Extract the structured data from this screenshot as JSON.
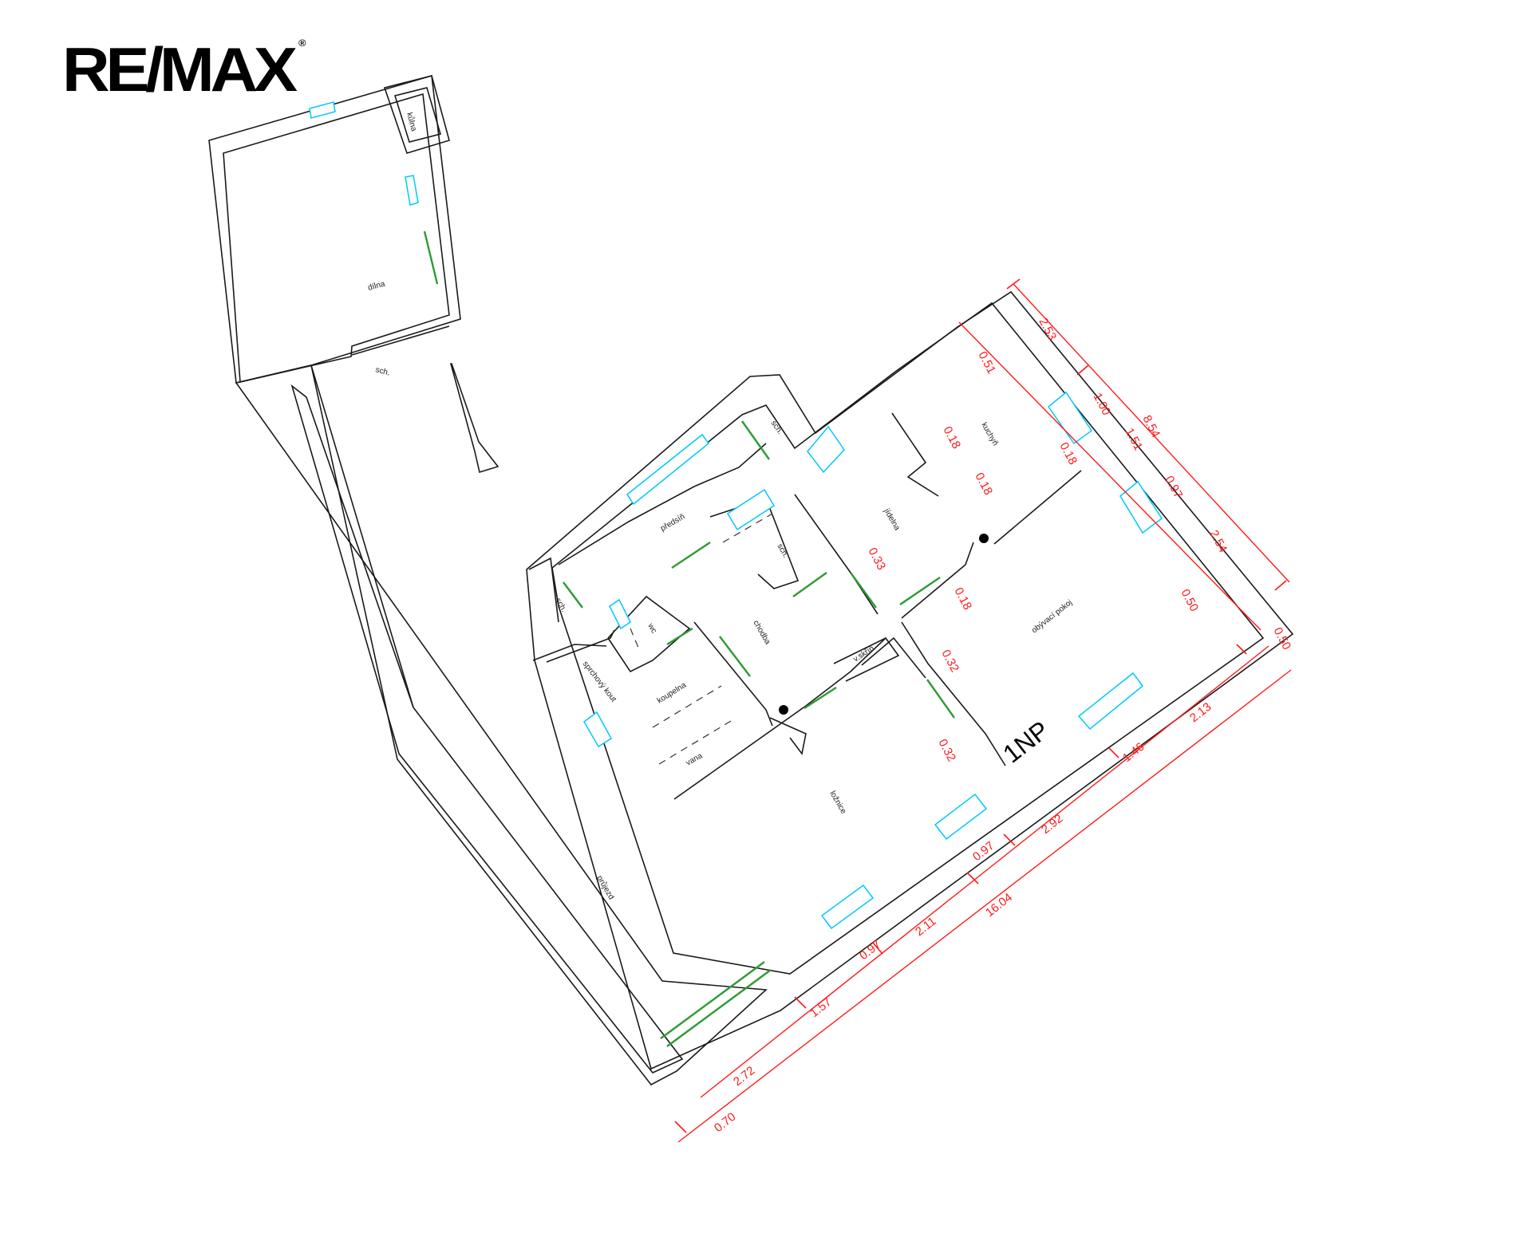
{
  "logo": {
    "text": "RE/MAX",
    "registered": "®"
  },
  "floor_label": "1NP",
  "rooms": {
    "dilna": "dílna",
    "kulna": "kůlna",
    "sch_top": "sch.",
    "predsin": "předsíň",
    "sch_mid": "sch.",
    "sch_left": "sch.",
    "sch_chodba": "sch.",
    "jidelna": "jídelna",
    "kuchyn": "kuchyň",
    "obyvaci": "obývací pokoj",
    "chodba": "chodba",
    "wc": "wc",
    "vskrin": "v.skříň",
    "sprchovy": "sprchový kout",
    "koupelna": "koupelna",
    "vana": "vana",
    "loznice": "ložnice",
    "prujezd": "průjezd"
  },
  "dimensions": {
    "d_253": "2.53",
    "d_100": "1.00",
    "d_151": "1.51",
    "d_097a": "0.97",
    "d_254": "2.54",
    "d_854": "8.54",
    "d_050r": "0.50",
    "d_050s": "0.50",
    "d_051": "0.51",
    "d_018a": "0.18",
    "d_018b": "0.18",
    "d_018c": "0.18",
    "d_018d": "0.18",
    "d_033": "0.33",
    "d_032a": "0.32",
    "d_032b": "0.32",
    "d_213": "2.13",
    "d_146": "1.46",
    "d_292": "2.92",
    "d_097b": "0.97",
    "d_211": "2.11",
    "d_097c": "0.97",
    "d_157": "1.57",
    "d_272": "2.72",
    "d_070": "0.70",
    "d_1604": "16.04"
  },
  "colors": {
    "wall": "#1a1a1a",
    "window": "#00c8ff",
    "door": "#2e9a36",
    "dimension": "#ff1a1a"
  }
}
